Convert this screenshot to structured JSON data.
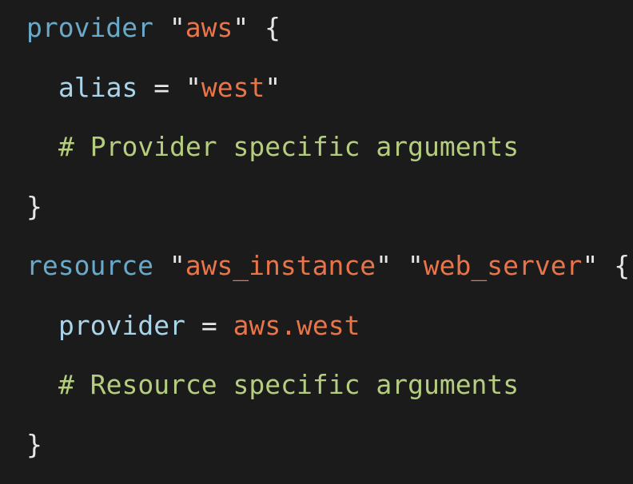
{
  "code": {
    "line1": {
      "keyword": "provider",
      "q1": "\"",
      "string": "aws",
      "q2": "\"",
      "brace": "{"
    },
    "line2": {
      "attr": "alias",
      "eq": "=",
      "q1": "\"",
      "string": "west",
      "q2": "\""
    },
    "line3": {
      "comment": "# Provider specific arguments"
    },
    "line4": {
      "brace": "}"
    },
    "line5": {
      "keyword": "resource",
      "q1": "\"",
      "string1": "aws_instance",
      "q2": "\"",
      "q3": "\"",
      "string2": "web_server",
      "q4": "\"",
      "brace": "{"
    },
    "line6": {
      "attr": "provider",
      "eq": "=",
      "value": "aws.west"
    },
    "line7": {
      "comment": "# Resource specific arguments"
    },
    "line8": {
      "brace": "}"
    }
  },
  "colors": {
    "background": "#1b1b1b",
    "keyword": "#69a9c9",
    "attribute": "#a9d4ea",
    "string": "#e8744a",
    "comment": "#b5cd7f",
    "punctuation": "#e6e6e6"
  }
}
